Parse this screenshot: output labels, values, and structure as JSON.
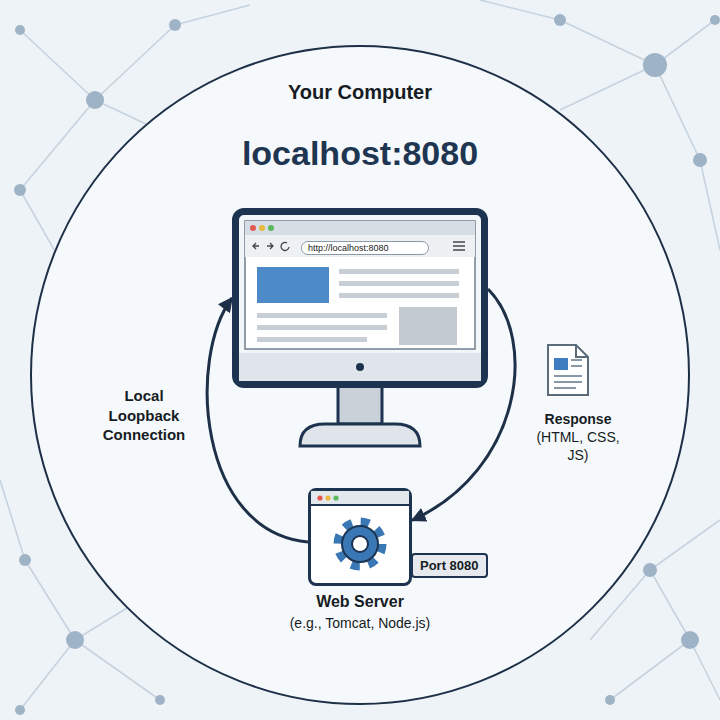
{
  "diagram": {
    "title": "localhost:8080",
    "nodes": [
      {
        "text": [
          "Your Computer"
        ]
      },
      {
        "text": [
          "http://localhost:8080"
        ],
        "in": 0
      },
      {
        "text": [
          "Web Server",
          "(e.g., Tomcat, Node.js)"
        ],
        "in": 0
      },
      {
        "text": [
          "Port 8080"
        ],
        "in": 0
      }
    ],
    "edges": [
      {
        "from": 2,
        "to": 1,
        "arrow": "to",
        "label": "Local Loopback Connection"
      },
      {
        "from": 1,
        "to": 2,
        "arrow": "to",
        "label": "Response (HTML, CSS, JS)"
      }
    ]
  }
}
